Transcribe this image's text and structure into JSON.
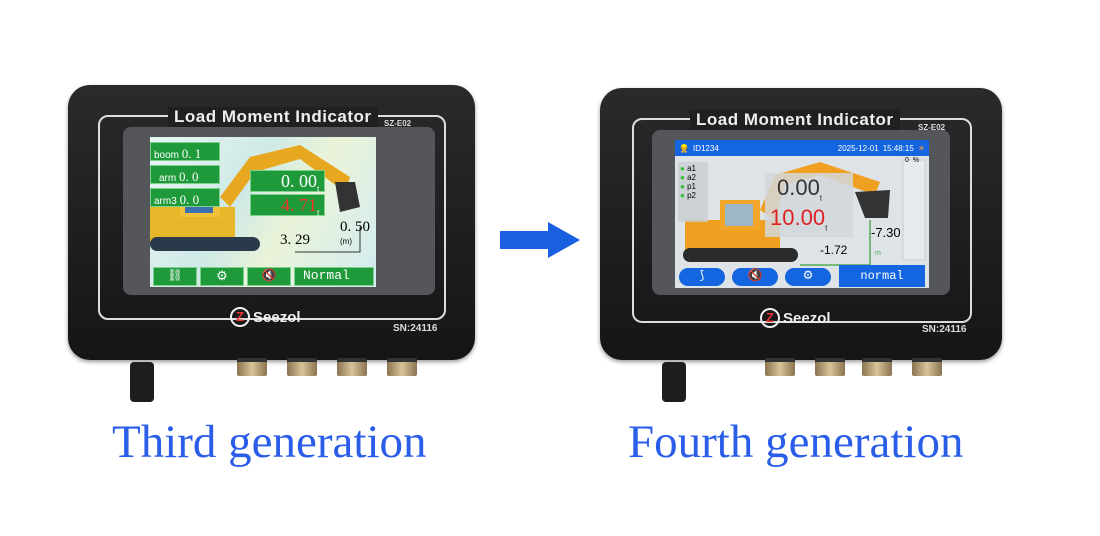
{
  "left": {
    "title": "Load Moment Indicator",
    "model": "SZ-E02",
    "brand": "Seezol",
    "sn": "SN:24116",
    "screen": {
      "boom_label": "boom",
      "boom": "0. 1",
      "arm_label": "arm",
      "arm": "0. 0",
      "arm3_label": "arm3",
      "arm3": "0. 0",
      "load": "0. 00",
      "rated": "4. 71",
      "unit_t": "t",
      "radius": "3. 29",
      "height": "0. 50",
      "unit_m": "(m)",
      "status": "Normal"
    },
    "caption": "Third generation"
  },
  "right": {
    "title": "Load Moment Indicator",
    "model": "SZ-E02",
    "brand": "Seezol",
    "sn": "SN:24116",
    "screen": {
      "id": "ID1234",
      "date": "2025-12-01",
      "time": "15:48:15",
      "sensors": [
        "a1",
        "a2",
        "p1",
        "p2"
      ],
      "percent_value": "0",
      "percent_unit": "%",
      "load": "0.00",
      "rated": "10.00",
      "unit_t": "t",
      "height": "-7.30",
      "radius": "-1.72",
      "unit_m": "m",
      "status": "normal"
    },
    "caption": "Fourth generation"
  },
  "colors": {
    "caption": "#2a5ee8",
    "arrow": "#1a5fe0",
    "green_panel": "#1e9a3a",
    "blue_panel": "#1466e0"
  }
}
